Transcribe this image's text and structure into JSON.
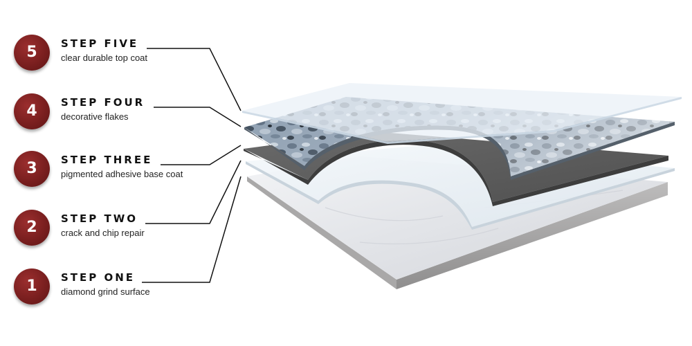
{
  "steps": [
    {
      "number": "5",
      "title": "STEP FIVE",
      "description": "clear durable top coat"
    },
    {
      "number": "4",
      "title": "STEP FOUR",
      "description": "decorative flakes"
    },
    {
      "number": "3",
      "title": "STEP THREE",
      "description": "pigmented adhesive base coat"
    },
    {
      "number": "2",
      "title": "STEP TWO",
      "description": "crack and chip repair"
    },
    {
      "number": "1",
      "title": "STEP ONE",
      "description": "diamond grind surface"
    }
  ],
  "colors": {
    "badge": "#7a1f1f",
    "leader_line": "#111111",
    "concrete_top": "#e4e6ea",
    "concrete_side": "#a7a6a6",
    "crack_repair": "#eaf2f8",
    "base_coat": "#5e5e5e",
    "flakes": "#7d8fa3",
    "top_coat": "#eef3f9"
  }
}
